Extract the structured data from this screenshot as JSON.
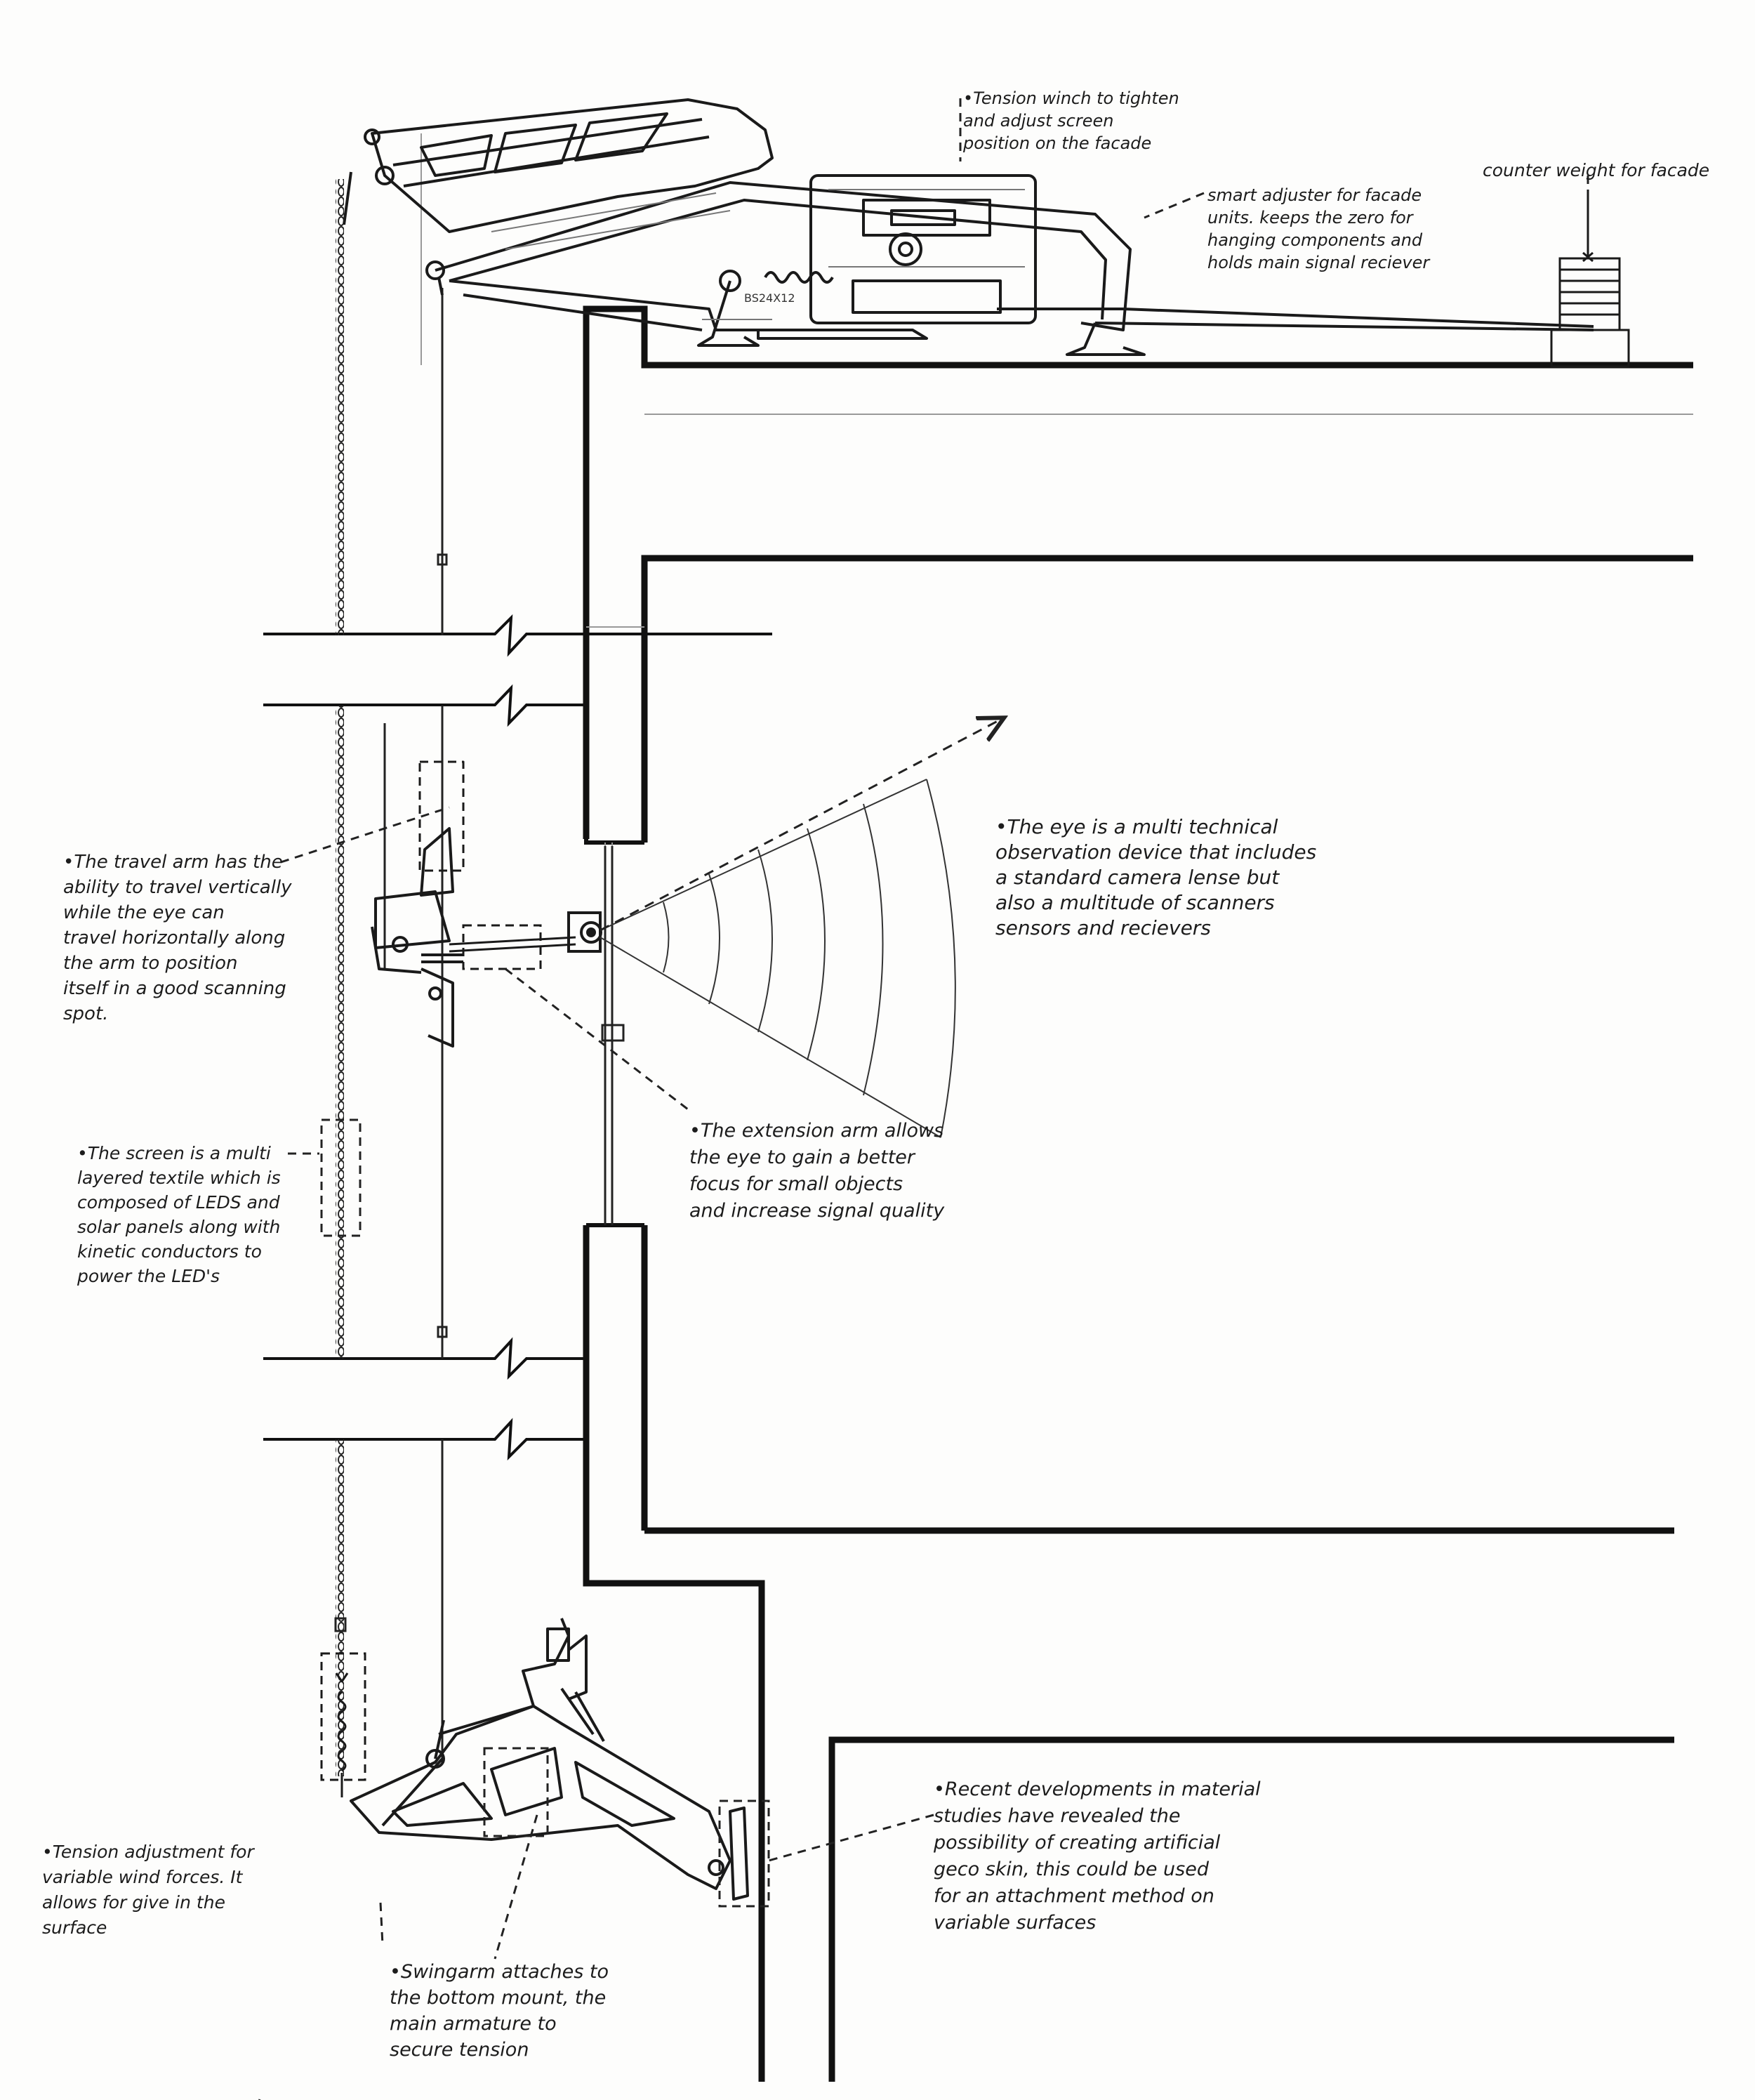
{
  "annotations": {
    "tension_winch": "•Tension winch to tighten\nand adjust screen\nposition on the facade",
    "counterweight": "counter weight for facade",
    "smart_adjuster": "smart adjuster for facade\nunits. keeps the zero for\nhanging components and\nholds main signal reciever",
    "eye": "•The eye is a multi technical\nobservation device that includes\na standard camera lense but\nalso a multitude of scanners\nsensors and recievers",
    "travel_arm": "•The travel arm has the\nability to travel vertically\nwhile the eye can\ntravel horizontally along\nthe arm to position\nitself in a good scanning\nspot.",
    "extension_arm": "•The extension arm allows\nthe eye to gain a better\nfocus for small objects\nand increase signal quality",
    "screen": "•The screen is a multi\nlayered textile which is\ncomposed of LEDS and\nsolar panels along with\nkinetic conductors to\npower the LED's",
    "tension_adjustment": "•Tension adjustment for\nvariable wind forces. It\nallows for give in the\nsurface",
    "gecko_skin": "•Recent developments in material\nstudies have revealed the\npossibility of creating artificial\ngeco skin, this could be used\nfor an attachment method on\nvariable surfaces",
    "swing_arm": "•Swingarm attaches to\nthe bottom mount, the\nmain armature to\nsecure tension"
  },
  "part_code": "BS24X12",
  "colors": {
    "ink": "#1a1a1a",
    "paper": "#fdfdfc",
    "pencil": "#555555"
  }
}
